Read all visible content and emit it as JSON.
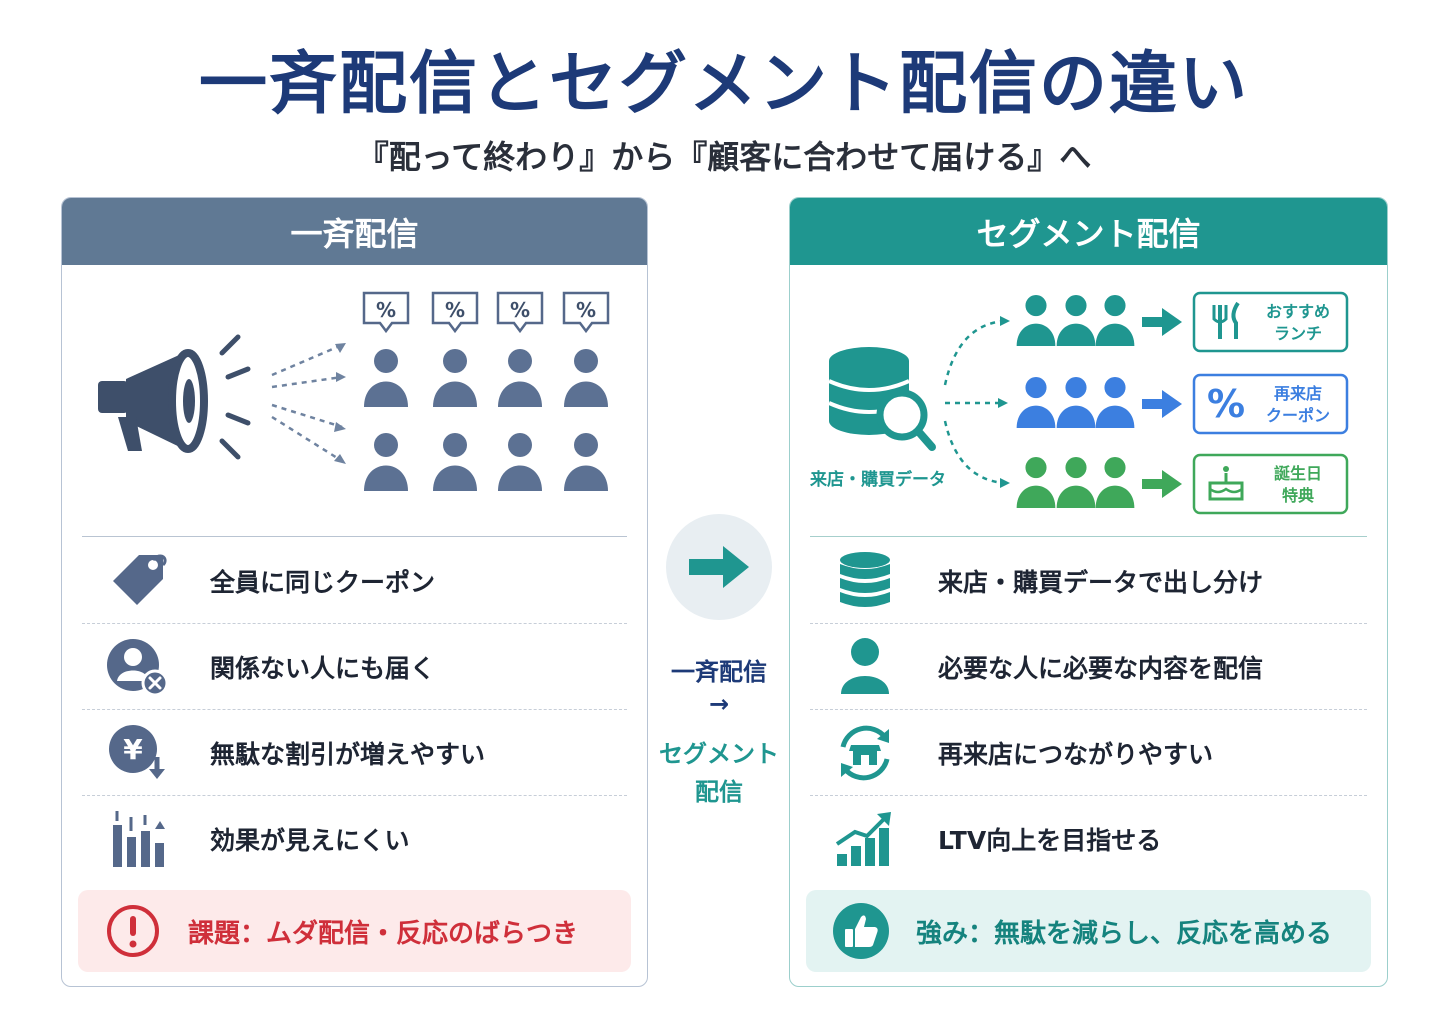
{
  "header": {
    "title": "一斉配信とセグメント配信の違い",
    "subtitle": "『配って終わり』から『顧客に合わせて届ける』へ"
  },
  "left_panel": {
    "title": "一斉配信",
    "badge_symbol": "%",
    "rows": [
      {
        "icon": "price-tag-icon",
        "text": "全員に同じクーポン"
      },
      {
        "icon": "user-x-icon",
        "text": "関係ない人にも届く"
      },
      {
        "icon": "yen-down-icon",
        "text": "無駄な割引が増えやすい"
      },
      {
        "icon": "bar-chart-icon",
        "text": "効果が見えにくい"
      }
    ],
    "banner": {
      "icon": "exclamation-icon",
      "text": "課題：ムダ配信・反応のばらつき"
    }
  },
  "middle": {
    "line1": "一斉配信",
    "arrow": "→",
    "line2": "セグメント",
    "line3": "配信"
  },
  "right_panel": {
    "title": "セグメント配信",
    "data_label": "来店・購買データ",
    "segments": [
      {
        "color": "#1f9690",
        "icon": "fork-knife-icon",
        "label1": "おすすめ",
        "label2": "ランチ"
      },
      {
        "color": "#3c7fe0",
        "icon": "percent-icon",
        "label1": "再来店",
        "label2": "クーポン"
      },
      {
        "color": "#3fa85a",
        "icon": "cake-icon",
        "label1": "誕生日",
        "label2": "特典"
      }
    ],
    "rows": [
      {
        "icon": "database-icon",
        "text": "来店・購買データで出し分け"
      },
      {
        "icon": "user-icon",
        "text": "必要な人に必要な内容を配信"
      },
      {
        "icon": "store-cycle-icon",
        "text": "再来店につながりやすい"
      },
      {
        "icon": "growth-chart-icon",
        "text": "LTV向上を目指せる"
      }
    ],
    "banner": {
      "icon": "thumbs-up-icon",
      "text": "強み：無駄を減らし、反応を高める"
    }
  },
  "colors": {
    "navy": "#1d3a78",
    "slate": "#607994",
    "teal": "#1f9690",
    "blue": "#3c7fe0",
    "green": "#3fa85a",
    "red": "#cf2f3a"
  }
}
